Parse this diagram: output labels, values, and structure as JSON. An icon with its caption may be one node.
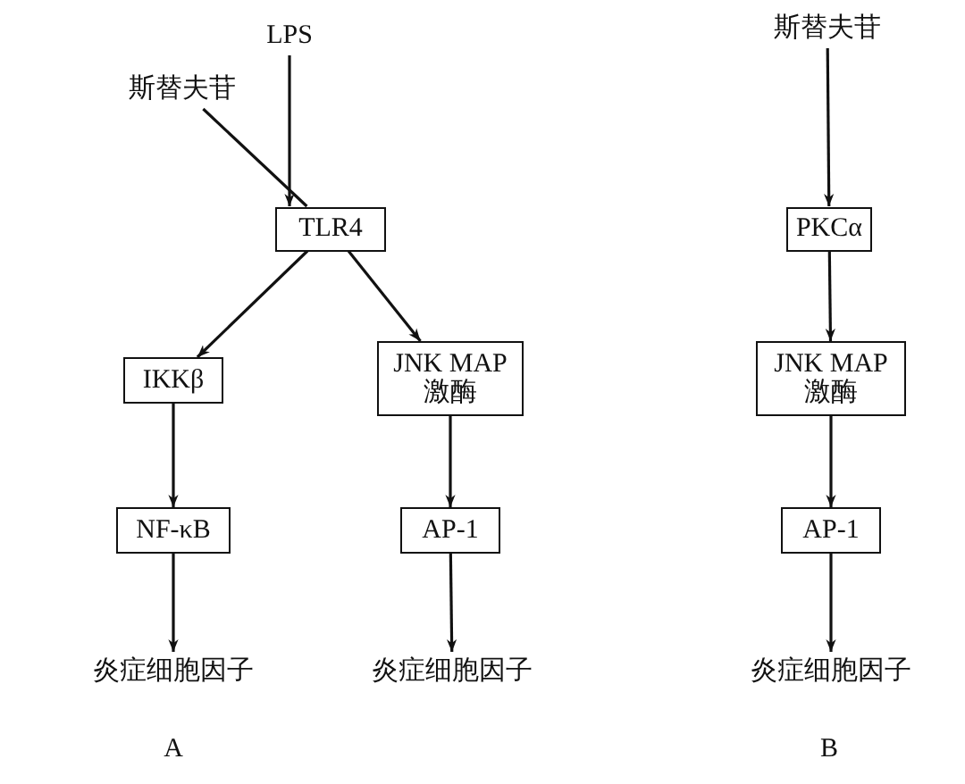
{
  "diagram": {
    "nodes": [
      {
        "text": [
          "LPS"
        ]
      },
      {
        "text": [
          "斯替夫苷"
        ]
      },
      {
        "text": [
          "TLR4"
        ]
      },
      {
        "text": [
          "IKKβ"
        ]
      },
      {
        "text": [
          "JNK MAP 激酶"
        ]
      },
      {
        "text": [
          "NF-κB"
        ]
      },
      {
        "text": [
          "AP-1"
        ]
      },
      {
        "text": [
          "炎症细胞因子"
        ]
      },
      {
        "text": [
          "炎症细胞因子"
        ]
      },
      {
        "text": [
          "斯替夫苷"
        ]
      },
      {
        "text": [
          "PKCα"
        ]
      },
      {
        "text": [
          "JNK MAP 激酶"
        ]
      },
      {
        "text": [
          "AP-1"
        ]
      },
      {
        "text": [
          "炎症细胞因子"
        ]
      }
    ],
    "edges": [
      {
        "from": 0,
        "to": 2,
        "arrow": "to"
      },
      {
        "from": 1,
        "to": 2,
        "arrow": "none"
      },
      {
        "from": 2,
        "to": 3,
        "arrow": "to"
      },
      {
        "from": 2,
        "to": 4,
        "arrow": "to"
      },
      {
        "from": 3,
        "to": 5,
        "arrow": "to"
      },
      {
        "from": 4,
        "to": 6,
        "arrow": "to"
      },
      {
        "from": 5,
        "to": 7,
        "arrow": "to"
      },
      {
        "from": 6,
        "to": 8,
        "arrow": "to"
      },
      {
        "from": 9,
        "to": 10,
        "arrow": "to"
      },
      {
        "from": 10,
        "to": 11,
        "arrow": "to"
      },
      {
        "from": 11,
        "to": 12,
        "arrow": "to"
      },
      {
        "from": 12,
        "to": 13,
        "arrow": "to"
      }
    ],
    "labels": [
      "A",
      "B"
    ]
  }
}
